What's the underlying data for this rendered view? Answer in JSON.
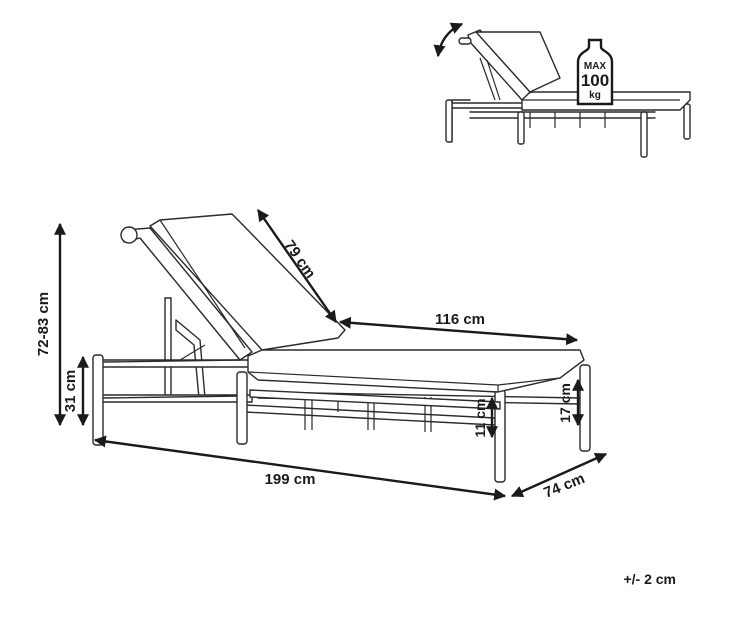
{
  "dimensions": {
    "backrest_length": "79 cm",
    "seat_length": "116 cm",
    "total_length": "199 cm",
    "width": "74 cm",
    "backrest_height": "72-83 cm",
    "armrest_height": "31 cm",
    "ground_clearance": "11 cm",
    "seat_frame_height": "17 cm"
  },
  "tolerance": "+/- 2 cm",
  "max_load": {
    "line1": "MAX",
    "line2": "100",
    "line3": "kg"
  },
  "icons": {
    "adjust": "curved-double-arrow-icon",
    "weight": "weight-icon"
  }
}
